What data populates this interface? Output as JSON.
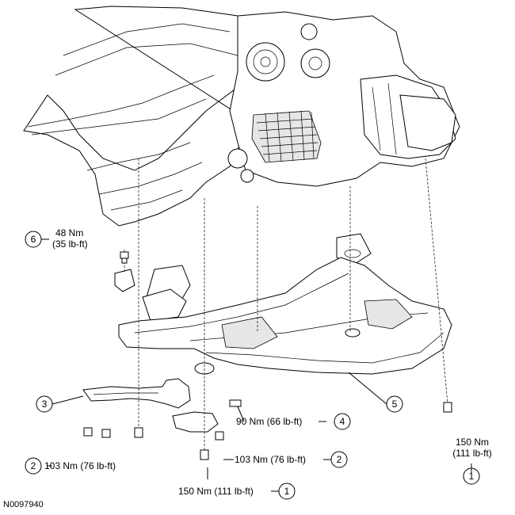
{
  "figure_id": "N0097940",
  "callouts": [
    {
      "number": "6",
      "torque_nm": "48 Nm",
      "torque_lbft": "(35 lb-ft)"
    },
    {
      "number": "3"
    },
    {
      "number": "2",
      "torque": "103 Nm (76 lb-ft)"
    },
    {
      "number": "4",
      "torque": "90 Nm (66 lb-ft)"
    },
    {
      "number": "5"
    },
    {
      "number": "2",
      "torque": "103 Nm (76 lb-ft)"
    },
    {
      "number": "1",
      "torque": "150 Nm (111 lb-ft)"
    },
    {
      "number": "1",
      "torque_nm": "150 Nm",
      "torque_lbft": "(111 lb-ft)"
    }
  ]
}
